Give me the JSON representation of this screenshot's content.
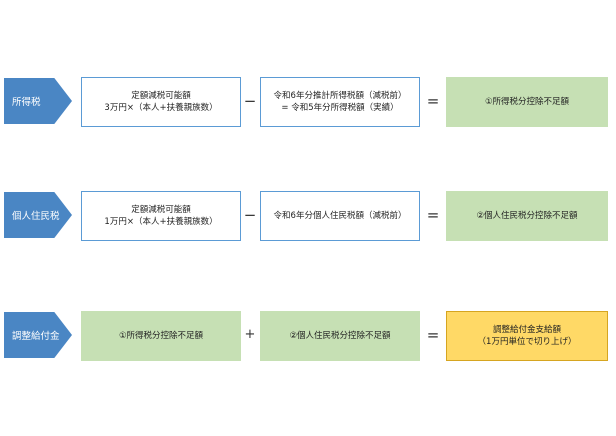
{
  "rows": [
    {
      "label": "所得税",
      "box1": {
        "line1": "定額減税可能額",
        "line2": "3万円×（本人+扶養親族数）"
      },
      "op1": "−",
      "box2": {
        "line1": "令和6年分推計所得税額（減税前）",
        "line2": "= 令和5年分所得税額（実績）"
      },
      "op2": "=",
      "result": {
        "line1": "①所得税分控除不足額",
        "line2": ""
      }
    },
    {
      "label": "個人住民税",
      "box1": {
        "line1": "定額減税可能額",
        "line2": "1万円×（本人+扶養親族数）"
      },
      "op1": "−",
      "box2": {
        "line1": "令和6年分個人住民税額（減税前）",
        "line2": ""
      },
      "op2": "=",
      "result": {
        "line1": "②個人住民税分控除不足額",
        "line2": ""
      }
    },
    {
      "label": "調整給付金",
      "box1": {
        "line1": "①所得税分控除不足額",
        "line2": ""
      },
      "op1": "+",
      "box2": {
        "line1": "②個人住民税分控除不足額",
        "line2": ""
      },
      "op2": "=",
      "result": {
        "line1": "調整給付金支給額",
        "line2": "（1万円単位で切り上げ）"
      }
    }
  ],
  "colors": {
    "arrow": "#4a86c4",
    "outline_border": "#5b9bd5",
    "green": "#c6e0b4",
    "yellow": "#ffd966"
  }
}
